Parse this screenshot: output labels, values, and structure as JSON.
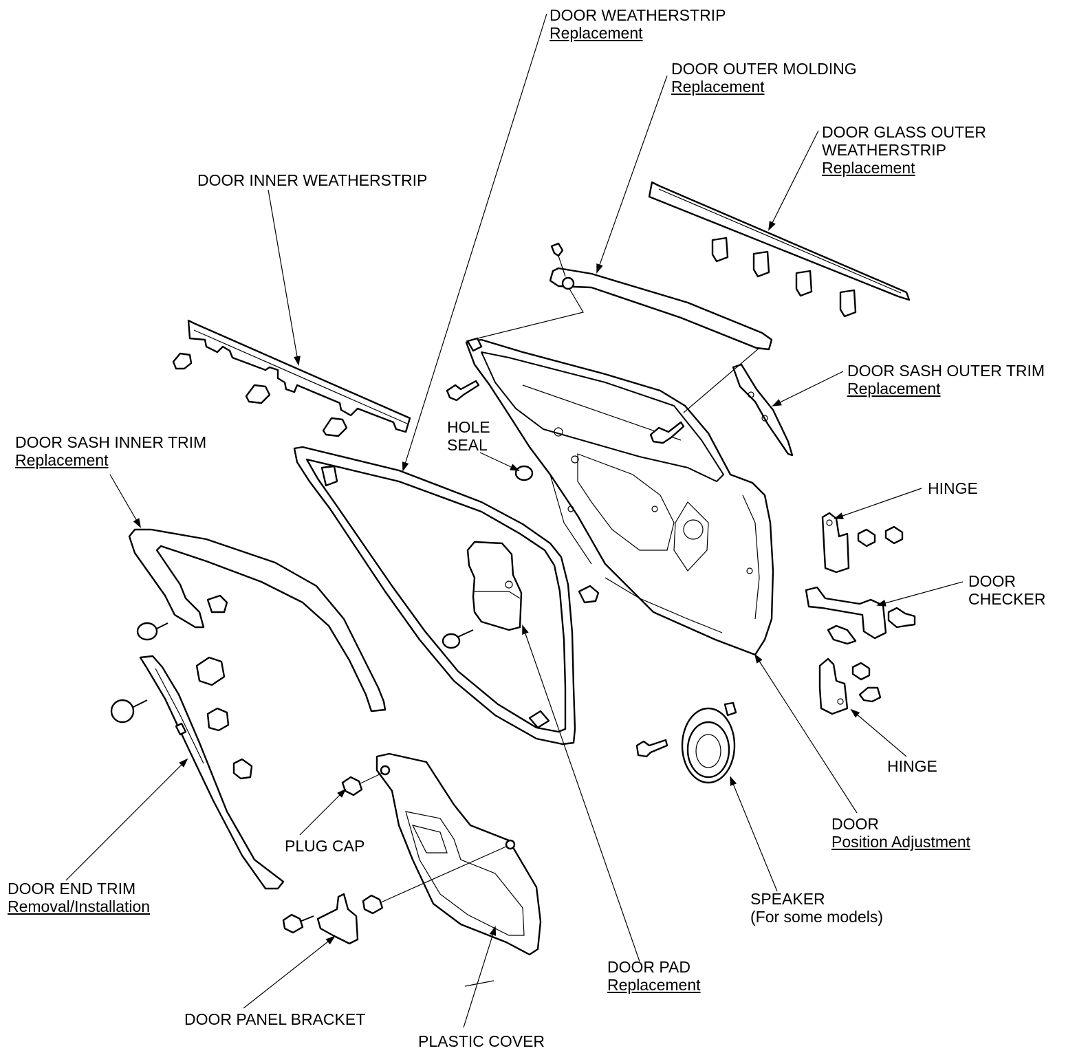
{
  "callouts": [
    {
      "id": "door_weatherstrip",
      "name": "DOOR WEATHERSTRIP",
      "link": "Replacement"
    },
    {
      "id": "door_outer_molding",
      "name": "DOOR OUTER MOLDING",
      "link": "Replacement"
    },
    {
      "id": "door_glass_outer_weatherstrip",
      "name": "DOOR GLASS OUTER",
      "name2": "WEATHERSTRIP",
      "link": "Replacement"
    },
    {
      "id": "door_inner_weatherstrip",
      "name": "DOOR INNER WEATHERSTRIP"
    },
    {
      "id": "door_sash_outer_trim",
      "name": "DOOR SASH OUTER TRIM",
      "link": "Replacement"
    },
    {
      "id": "door_sash_inner_trim",
      "name": "DOOR SASH INNER TRIM",
      "link": "Replacement"
    },
    {
      "id": "hole_seal",
      "name": "HOLE",
      "name2": "SEAL"
    },
    {
      "id": "hinge_upper",
      "name": "HINGE"
    },
    {
      "id": "door_checker",
      "name": "DOOR",
      "name2": "CHECKER"
    },
    {
      "id": "hinge_lower",
      "name": "HINGE"
    },
    {
      "id": "door",
      "name": "DOOR",
      "link": "Position Adjustment"
    },
    {
      "id": "speaker",
      "name": "SPEAKER",
      "name2": "(For some models)"
    },
    {
      "id": "plug_cap",
      "name": "PLUG CAP"
    },
    {
      "id": "door_end_trim",
      "name": "DOOR END TRIM",
      "link": "Removal/Installation"
    },
    {
      "id": "door_pad",
      "name": "DOOR PAD",
      "link": "Replacement"
    },
    {
      "id": "door_panel_bracket",
      "name": "DOOR PANEL BRACKET"
    },
    {
      "id": "plastic_cover",
      "name": "PLASTIC COVER"
    }
  ]
}
